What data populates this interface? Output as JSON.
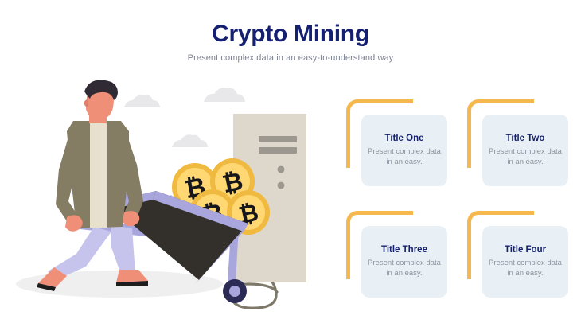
{
  "header": {
    "title": "Crypto Mining",
    "subtitle": "Present complex data in an easy-to-understand way",
    "title_color": "#152170",
    "subtitle_color": "#7b8190"
  },
  "cards": [
    {
      "title": "Title One",
      "desc": "Present complex data in an easy."
    },
    {
      "title": "Title Two",
      "desc": "Present complex data in an easy."
    },
    {
      "title": "Title Three",
      "desc": "Present complex data in an easy."
    },
    {
      "title": "Title Four",
      "desc": "Present complex data in an easy."
    }
  ],
  "theme": {
    "card_bg": "#e9f0f5",
    "bracket": "#f5b84f",
    "page_bg": "#ffffff"
  },
  "illustration": {
    "name": "crypto-miner-wheelbarrow-illustration",
    "description": "Man pushing a wheelbarrow full of bitcoin coins beside a computer tower",
    "elements": [
      "cloud",
      "cloud",
      "cloud",
      "person",
      "wheelbarrow",
      "bitcoin-coin",
      "bitcoin-coin",
      "bitcoin-coin",
      "bitcoin-coin",
      "computer-tower",
      "power-cable",
      "ground-shadow"
    ],
    "colors": {
      "skin": "#ef8f77",
      "hair": "#2f2a33",
      "jacket": "#847c63",
      "shirt": "#e7e0cf",
      "pants": "#c6c4ec",
      "shoes": "#ef8f77",
      "shoe_sole": "#1d1d1d",
      "cart_body": "#332f2b",
      "cart_frame": "#a9a6dd",
      "wheel": "#2b2b55",
      "wheel_hub": "#a9a6dd",
      "coin_outer": "#f0b93f",
      "coin_inner": "#ffd873",
      "coin_symbol": "#17171b",
      "tower": "#ddd7cc",
      "tower_slot": "#9d988f",
      "cable": "#7d7868",
      "cloud": "#e8e8ea",
      "shadow": "#efefef"
    },
    "coin_symbol": "₿"
  }
}
